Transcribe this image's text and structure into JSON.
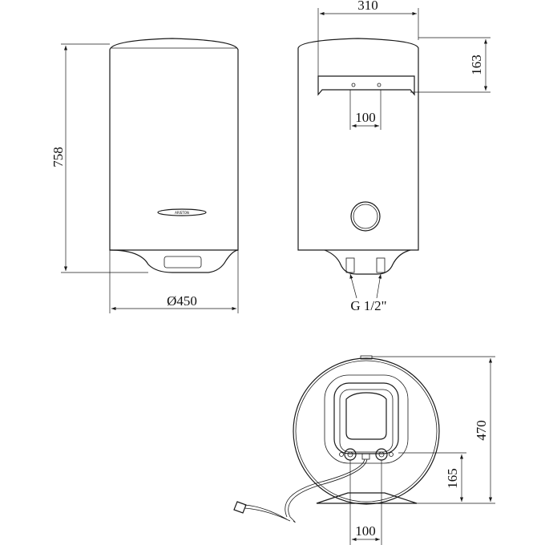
{
  "drawing": {
    "front_view": {
      "height_dim": "758",
      "diameter_dim": "Ø450",
      "logo": "ARISTON"
    },
    "rear_view": {
      "bracket_width_dim": "310",
      "bracket_height_dim": "163",
      "bracket_holes_dim": "100",
      "connection_label": "G 1/2\""
    },
    "bottom_view": {
      "depth_dim": "470",
      "connection_height_dim": "165",
      "pipe_spacing_dim": "100"
    }
  },
  "colors": {
    "line": "#1a1a1a",
    "background": "#ffffff"
  }
}
